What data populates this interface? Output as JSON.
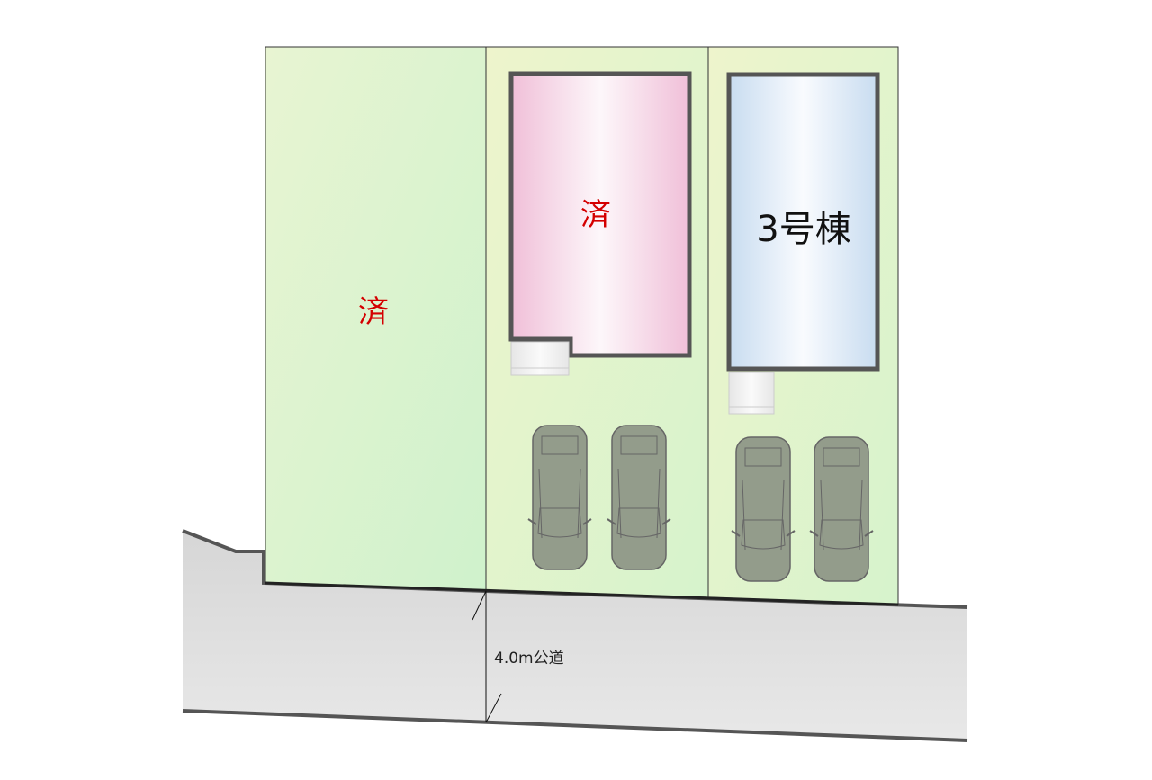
{
  "lots": [
    {
      "label": "済",
      "status": "sold"
    },
    {
      "label": "済",
      "status": "sold"
    },
    {
      "label": "3号棟",
      "status": "available"
    }
  ],
  "road": {
    "label": "4.0m公道"
  },
  "parking": {
    "cars_per_lot": [
      0,
      2,
      2
    ]
  },
  "colors": {
    "sold_label": "#d40000",
    "lot_green": "#d4f2cc",
    "house_pink": "#f1c4dc",
    "house_blue": "#cfe2f3",
    "road": "#dcdcdc",
    "outline": "#555555"
  }
}
